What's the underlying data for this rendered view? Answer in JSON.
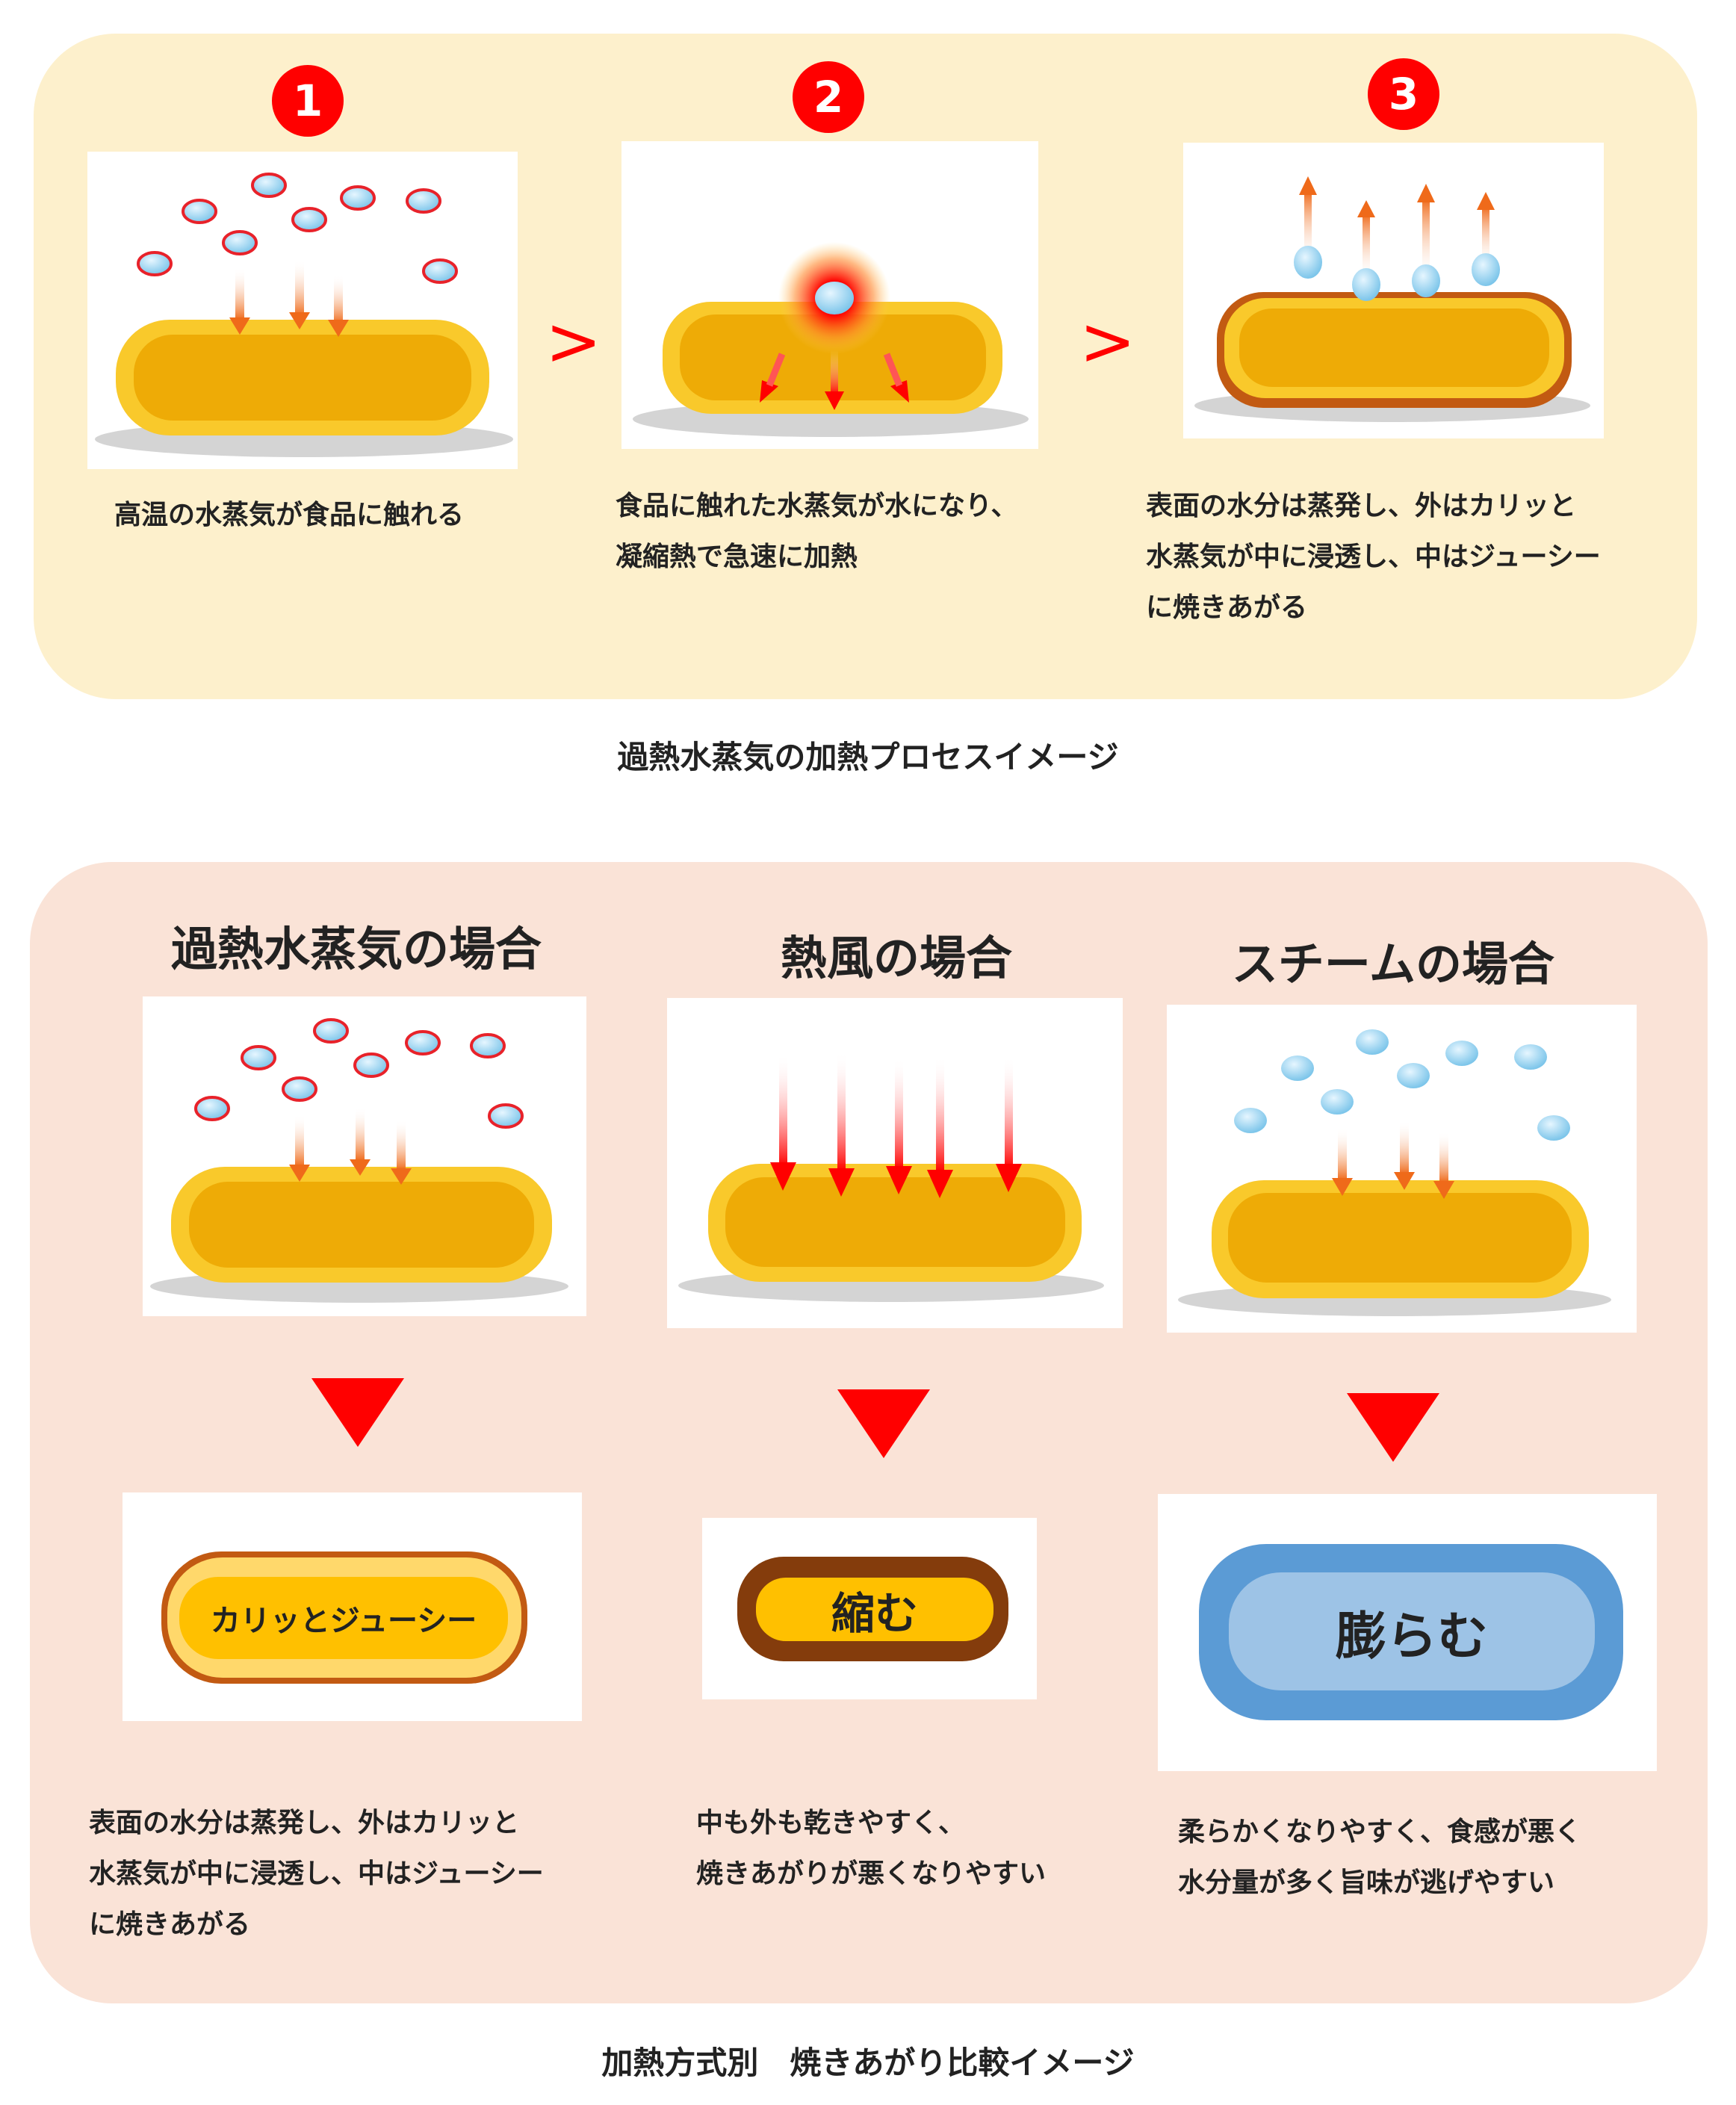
{
  "process": {
    "title": "過熱水蒸気の加熱プロセスイメージ",
    "steps": [
      {
        "number": "1",
        "caption": [
          "高温の水蒸気が食品に触れる"
        ]
      },
      {
        "number": "2",
        "caption": [
          "食品に触れた水蒸気が水になり、",
          "凝縮熱で急速に加熱"
        ]
      },
      {
        "number": "3",
        "caption": [
          "表面の水分は蒸発し、外はカリッと",
          "水蒸気が中に浸透し、中はジューシー",
          "に焼きあがる"
        ]
      }
    ],
    "separator": ">"
  },
  "comparison": {
    "title": "加熱方式別　焼きあがり比較イメージ",
    "methods": [
      {
        "heading": "過熱水蒸気の場合",
        "result": "カリッとジューシー",
        "caption": [
          "表面の水分は蒸発し、外はカリッと",
          "水蒸気が中に浸透し、中はジューシー",
          "に焼きあがる"
        ]
      },
      {
        "heading": "熱風の場合",
        "result": "縮む",
        "caption": [
          "中も外も乾きやすく、",
          "焼きあがりが悪くなりやすい"
        ]
      },
      {
        "heading": "スチームの場合",
        "result": "膨らむ",
        "caption": [
          "柔らかくなりやすく、食感が悪く",
          "水分量が多く旨味が逃げやすい"
        ]
      }
    ]
  },
  "colors": {
    "accent": "#ff0000",
    "process_bg": "#fdf0cc",
    "compare_bg": "#fae3d7",
    "food": "#eeab06"
  }
}
